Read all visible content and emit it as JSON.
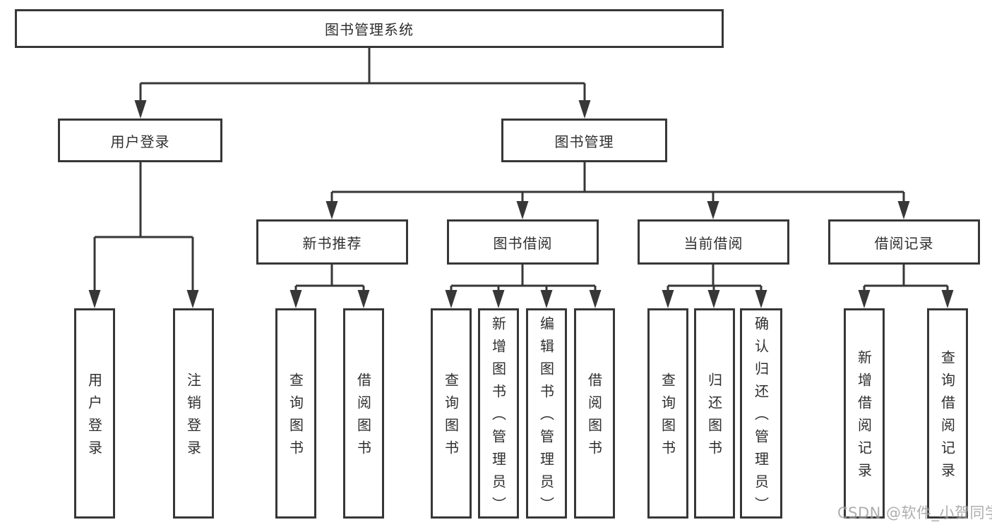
{
  "colors": {
    "background": "#ffffff",
    "line": "#373737",
    "text": "#2f2f2f",
    "watermark": "#9b9b9b"
  },
  "watermark": "CSDN @软件_小贺同学",
  "tree": {
    "root": {
      "label": "图书管理系统"
    },
    "level2": [
      {
        "label": "用户登录"
      },
      {
        "label": "图书管理"
      }
    ],
    "level3": [
      {
        "label": "新书推荐",
        "parent": "图书管理"
      },
      {
        "label": "图书借阅",
        "parent": "图书管理"
      },
      {
        "label": "当前借阅",
        "parent": "图书管理"
      },
      {
        "label": "借阅记录",
        "parent": "图书管理"
      }
    ],
    "leaves": [
      {
        "label": "用户登录",
        "parent": "用户登录"
      },
      {
        "label": "注销登录",
        "parent": "用户登录"
      },
      {
        "label": "查询图书",
        "parent": "新书推荐"
      },
      {
        "label": "借阅图书",
        "parent": "新书推荐"
      },
      {
        "label": "查询图书",
        "parent": "图书借阅"
      },
      {
        "label": "新增图书（管理员）",
        "parent": "图书借阅"
      },
      {
        "label": "编辑图书（管理员）",
        "parent": "图书借阅"
      },
      {
        "label": "借阅图书",
        "parent": "图书借阅"
      },
      {
        "label": "查询图书",
        "parent": "当前借阅"
      },
      {
        "label": "归还图书",
        "parent": "当前借阅"
      },
      {
        "label": "确认归还（管理员）",
        "parent": "当前借阅"
      },
      {
        "label": "新增借阅记录",
        "parent": "借阅记录"
      },
      {
        "label": "查询借阅记录",
        "parent": "借阅记录"
      }
    ]
  }
}
